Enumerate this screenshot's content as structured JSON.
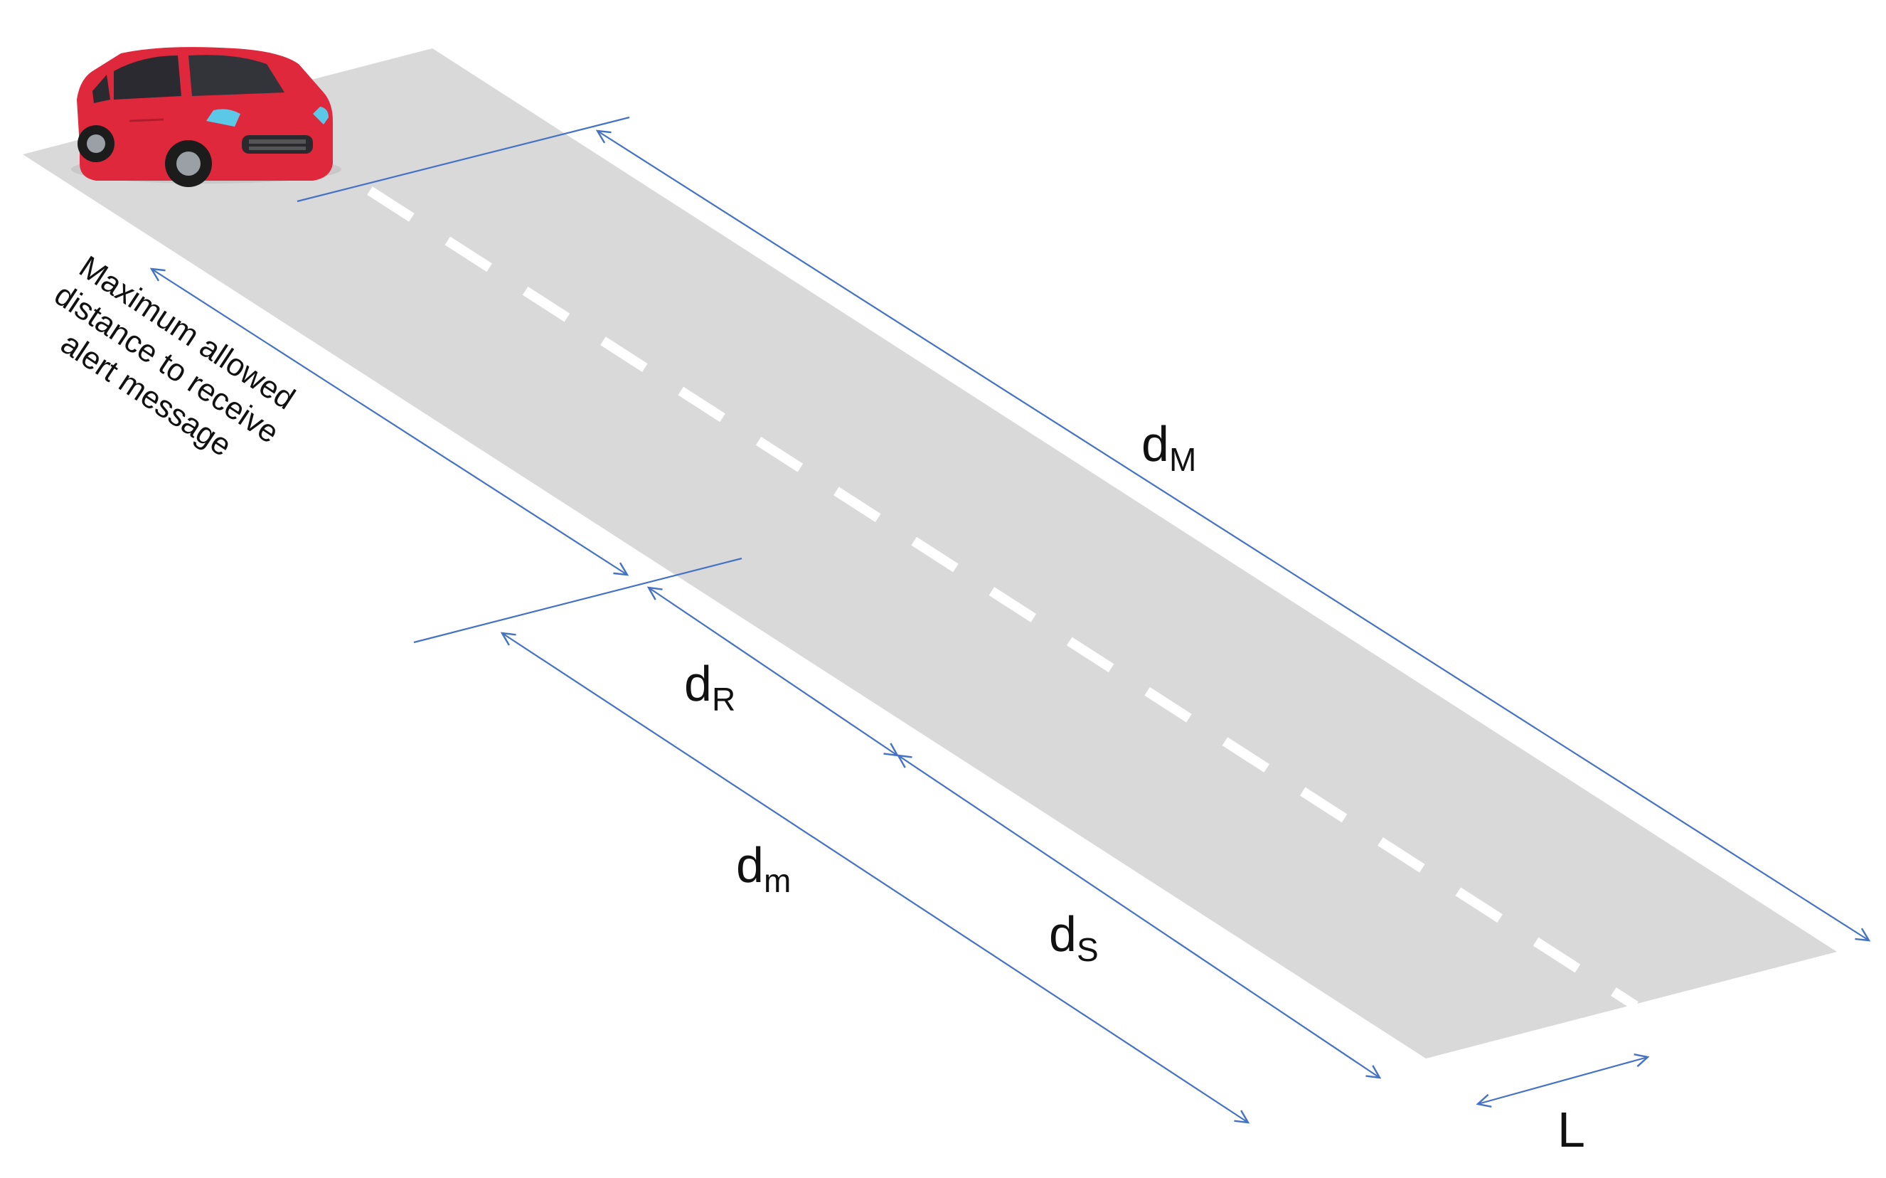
{
  "labels": {
    "d_M": {
      "main": "d",
      "sub": "M"
    },
    "d_R": {
      "main": "d",
      "sub": "R"
    },
    "d_m": {
      "main": "d",
      "sub": "m"
    },
    "d_S": {
      "main": "d",
      "sub": "S"
    },
    "L": "L",
    "max_distance_lines": [
      "Maximum allowed",
      "distance to receive",
      "alert message"
    ]
  },
  "colors": {
    "road": "#d9d9d9",
    "marking": "#ffffff",
    "arrow": "#4472c4",
    "car": "#e0283c"
  },
  "icons": {
    "vehicle": "car-icon"
  }
}
